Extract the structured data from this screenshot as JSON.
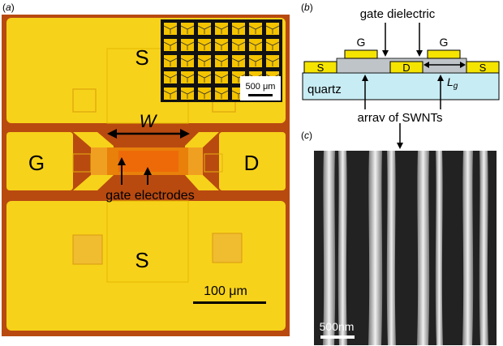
{
  "figure": {
    "panel_a": {
      "label": "a",
      "pad_top": "S",
      "pad_bottom": "S",
      "pad_left": "G",
      "pad_right": "D",
      "width_label": "W",
      "electrode_label": "gate electrodes",
      "scale_bar": "100 μm",
      "inset_scale_bar": "500 μm"
    },
    "panel_b": {
      "label": "b",
      "gate_dielectric": "gate dielectric",
      "gate_left": "G",
      "gate_right": "G",
      "source_left": "S",
      "drain": "D",
      "source_right": "S",
      "substrate": "quartz",
      "channel_length": "L",
      "channel_length_sub": "g",
      "swnt_label": "array of SWNTs"
    },
    "panel_c": {
      "label": "c",
      "scale_bar": "500nm"
    },
    "colors": {
      "pad_yellow": "#f5c400",
      "field_yellow": "#f7d21a",
      "dark_orange": "#b04a10",
      "channel_orange": "#e8800a",
      "quartz_blue": "#c8ecf4",
      "sem_background": "#222222"
    }
  }
}
